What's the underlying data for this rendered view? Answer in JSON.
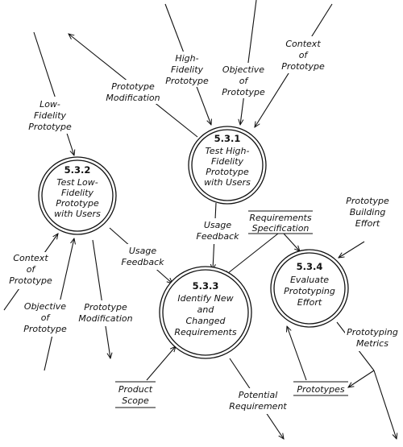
{
  "processes": {
    "p531": {
      "id": "5.3.1",
      "lines": [
        "Test High-",
        "Fidelity",
        "Prototype",
        "with Users"
      ]
    },
    "p532": {
      "id": "5.3.2",
      "lines": [
        "Test Low-",
        "Fidelity",
        "Prototype",
        "with Users"
      ]
    },
    "p533": {
      "id": "5.3.3",
      "lines": [
        "Identify New",
        "and",
        "Changed",
        "Requirements"
      ]
    },
    "p534": {
      "id": "5.3.4",
      "lines": [
        "Evaluate",
        "Prototyping",
        "Effort"
      ]
    }
  },
  "stores": {
    "requirements_spec": [
      "Requirements",
      "Specification"
    ],
    "product_scope": [
      "Product",
      "Scope"
    ],
    "prototypes": [
      "Prototypes"
    ]
  },
  "flows": {
    "high_fidelity_prototype": [
      "High-",
      "Fidelity",
      "Prototype"
    ],
    "objective_top": [
      "Objective",
      "of",
      "Prototype"
    ],
    "context_top": [
      "Context",
      "of",
      "Prototype"
    ],
    "prototype_modification_top": [
      "Prototype",
      "Modification"
    ],
    "low_fidelity_prototype": [
      "Low-",
      "Fidelity",
      "Prototype"
    ],
    "usage_feedback_531": [
      "Usage",
      "Feedback"
    ],
    "usage_feedback_532": [
      "Usage",
      "Feedback"
    ],
    "context_left": [
      "Context",
      "of",
      "Prototype"
    ],
    "objective_left": [
      "Objective",
      "of",
      "Prototype"
    ],
    "prototype_modification_bottom": [
      "Prototype",
      "Modification"
    ],
    "prototype_building_effort": [
      "Prototype",
      "Building",
      "Effort"
    ],
    "prototyping_metrics": [
      "Prototyping",
      "Metrics"
    ],
    "potential_requirement": [
      "Potential",
      "Requirement"
    ]
  }
}
